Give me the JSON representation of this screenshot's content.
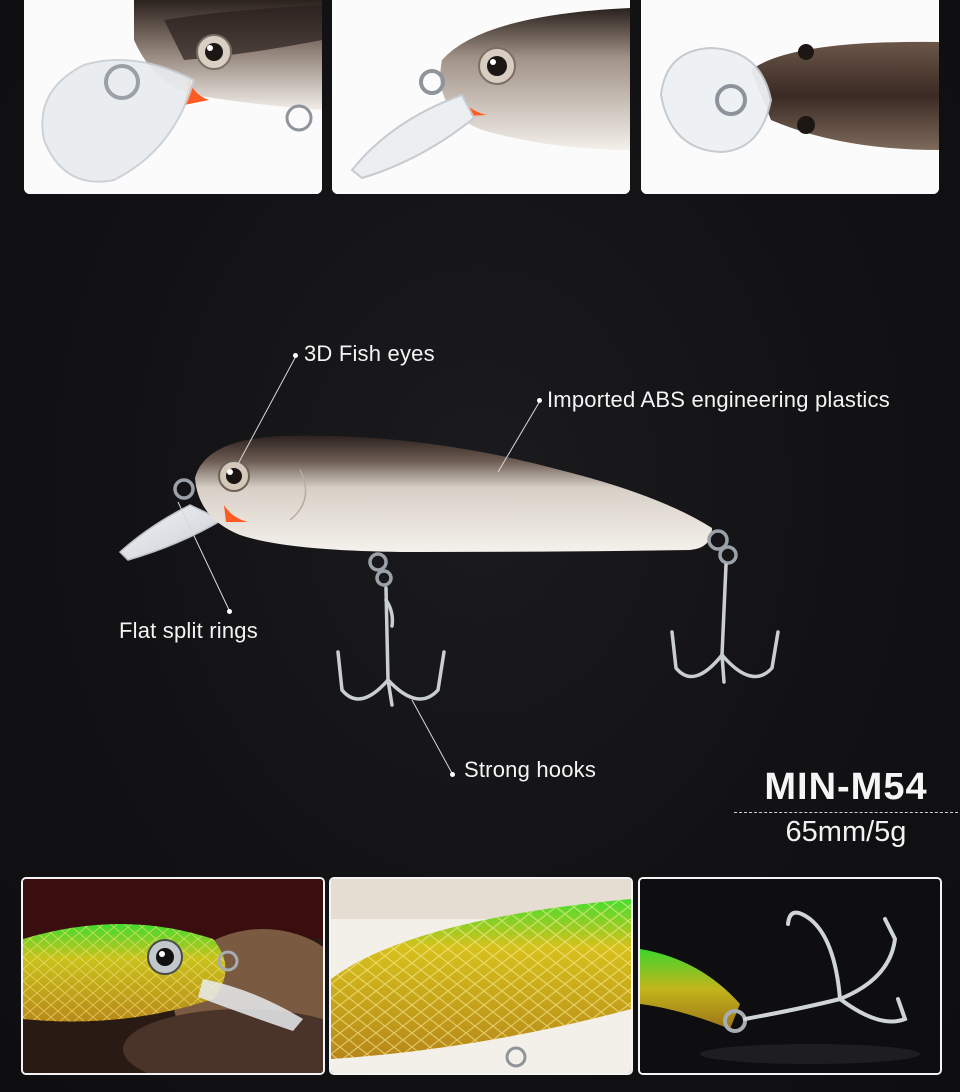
{
  "callouts": {
    "fish_eyes": "3D Fish eyes",
    "abs_plastics": "Imported ABS engineering plastics",
    "split_rings": "Flat split rings",
    "hooks": "Strong hooks"
  },
  "product": {
    "model": "MIN-M54",
    "spec": "65mm/5g"
  },
  "colors": {
    "background": "#121214",
    "lure_back": "#3a2c28",
    "lure_belly": "#ece7e0",
    "gill_accent": "#ff5a1f",
    "gold_scale": "#d9b21c",
    "green_back": "#39d42a"
  }
}
